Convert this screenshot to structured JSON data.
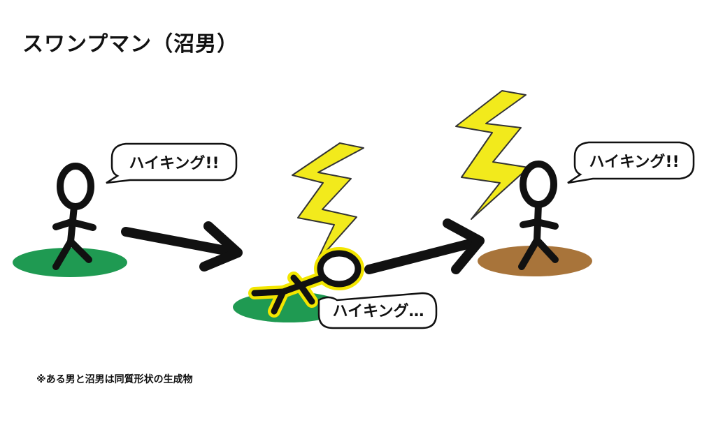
{
  "title": "スワンプマン（沼男）",
  "note": "※ある男と沼男は同質形状の生成物",
  "bubbles": {
    "man": "ハイキング!!",
    "struck": "ハイキング…",
    "swampman": "ハイキング!!"
  },
  "colors": {
    "grass": "#1f9a52",
    "swamp": "#a8743a",
    "lightning": "#f2ea1c",
    "glow": "#f3e600",
    "ink": "#111111"
  },
  "icons": {
    "lightning": "lightning-bolt-icon",
    "arrow": "right-arrow-icon",
    "person": "stick-figure-icon"
  }
}
